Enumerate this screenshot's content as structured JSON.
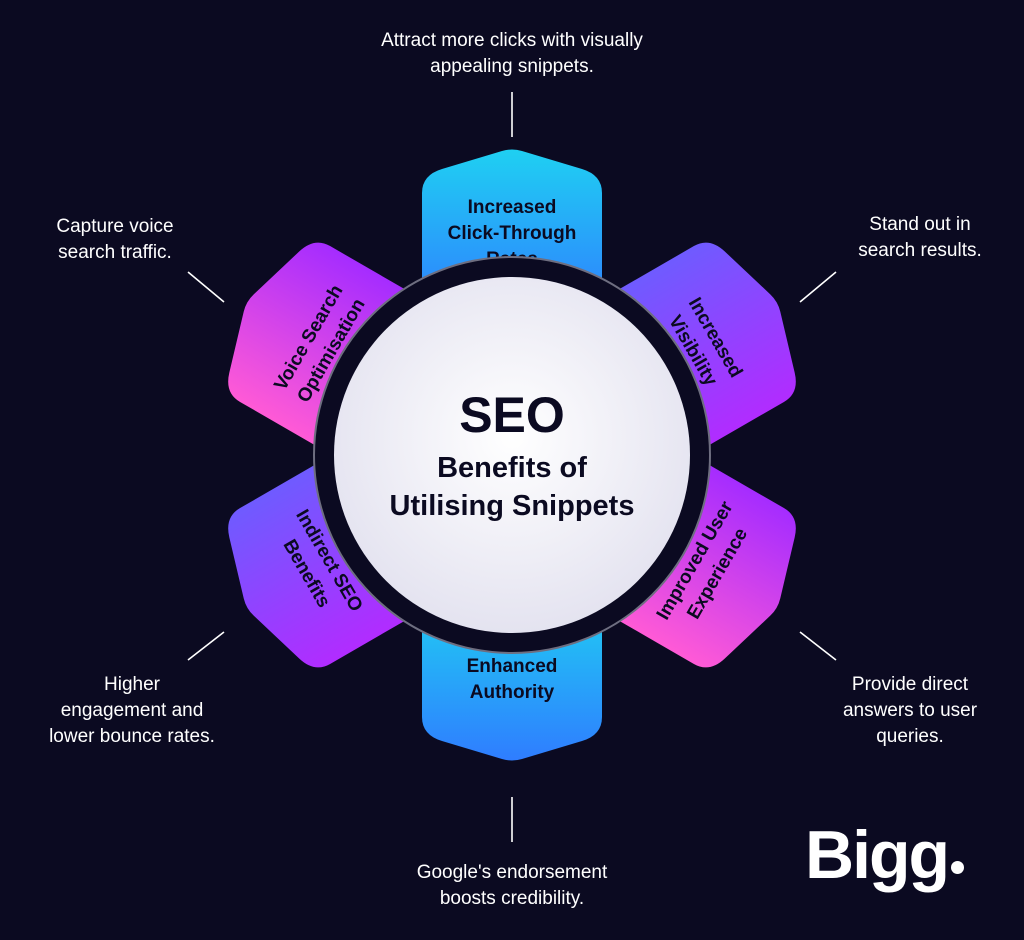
{
  "center": {
    "title": "SEO",
    "subtitle_line1": "Benefits of",
    "subtitle_line2": "Utilising Snippets"
  },
  "petals": [
    {
      "id": "top",
      "label_lines": [
        "Increased",
        "Click-Through",
        "Rates"
      ],
      "caption": "Attract more clicks with visually\nappealing snippets."
    },
    {
      "id": "upper-right",
      "label_lines": [
        "Increased",
        "Visibility"
      ],
      "caption": "Stand out in\nsearch results."
    },
    {
      "id": "lower-right",
      "label_lines": [
        "Improved User",
        "Experience"
      ],
      "caption": "Provide direct\nanswers to user\nqueries."
    },
    {
      "id": "bottom",
      "label_lines": [
        "Enhanced",
        "Authority"
      ],
      "caption": "Google's endorsement\nboosts credibility."
    },
    {
      "id": "lower-left",
      "label_lines": [
        "Indirect SEO",
        "Benefits"
      ],
      "caption": "Higher\nengagement and\nlower bounce rates."
    },
    {
      "id": "upper-left",
      "label_lines": [
        "Voice Search",
        "Optimisation"
      ],
      "caption": "Capture voice\nsearch traffic."
    }
  ],
  "logo": {
    "text": "Bigg"
  },
  "colors": {
    "background": "#0b0a21",
    "cyan": "#19c2f5",
    "blue": "#2f86ff",
    "magenta": "#ff4fd8",
    "purple": "#9b28ff",
    "center_fill": "#f2f2f8",
    "ring": "#0b0a21",
    "text_dark": "#0b0a21",
    "text_light": "#ffffff"
  }
}
